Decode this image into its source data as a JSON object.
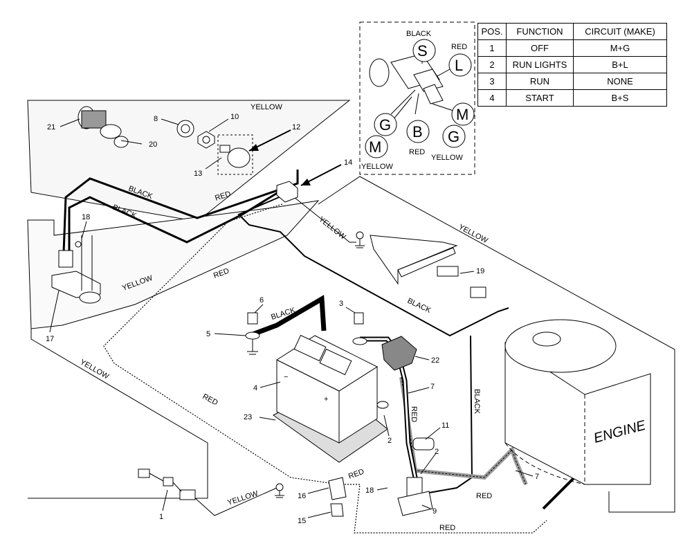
{
  "table": {
    "headers": [
      "POS.",
      "FUNCTION",
      "CIRCUIT  (MAKE)"
    ],
    "rows": [
      [
        "1",
        "OFF",
        "M+G"
      ],
      [
        "2",
        "RUN LIGHTS",
        "B+L"
      ],
      [
        "3",
        "RUN",
        "NONE"
      ],
      [
        "4",
        "START",
        "B+S"
      ]
    ]
  },
  "switch_detail": {
    "terminals": {
      "s": "S",
      "l": "L",
      "g1": "G",
      "b": "B",
      "m1": "M",
      "g2": "G",
      "m2": "M"
    },
    "wire_labels": {
      "black": "BLACK",
      "red_top": "RED",
      "red_bottom": "RED",
      "yellow_right": "YELLOW",
      "yellow_left": "YELLOW"
    }
  },
  "wire_labels": {
    "yellow_top": "YELLOW",
    "black_1": "BLACK",
    "red_1": "RED",
    "black_2": "BLACK",
    "yellow_conn": "YELLOW",
    "yellow_right": "YELLOW",
    "yellow_mid": "YELLOW",
    "red_mid": "RED",
    "black_batt": "BLACK",
    "black_mid": "BLACK",
    "yellow_left": "YELLOW",
    "red_left": "RED",
    "red_vert": "RED",
    "black_vert": "BLACK",
    "red_bottom": "RED",
    "yellow_bottom": "YELLOW",
    "red_lower": "RED",
    "red_base": "RED"
  },
  "engine_label": "ENGINE",
  "battery_signs": {
    "minus": "−",
    "plus": "+"
  },
  "part_numbers": {
    "p21": "21",
    "p20": "20",
    "p8": "8",
    "p10": "10",
    "p12": "12",
    "p13": "13",
    "p14": "14",
    "p18a": "18",
    "p17": "17",
    "p6": "6",
    "p3": "3",
    "p5": "5",
    "p4": "4",
    "p23": "23",
    "p22": "22",
    "p7a": "7",
    "p2a": "2",
    "p11": "11",
    "p2b": "2",
    "p7b": "7",
    "p19": "19",
    "p1": "1",
    "p16": "16",
    "p15": "15",
    "p18b": "18",
    "p9": "9"
  },
  "colors": {
    "line": "#000000",
    "background": "#ffffff",
    "fill_gray": "#bbbbbb",
    "panel": "#f4f4f4"
  }
}
